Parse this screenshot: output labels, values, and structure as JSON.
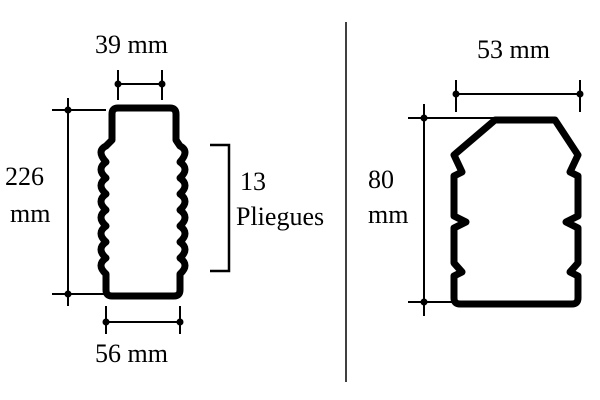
{
  "left_part": {
    "top_width_label": "39 mm",
    "height_value": "226",
    "height_unit": "mm",
    "folds_count": "13",
    "folds_word": "Pliegues",
    "bottom_width_label": "56 mm"
  },
  "right_part": {
    "top_width_label": "53 mm",
    "height_value": "80",
    "height_unit": "mm"
  },
  "colors": {
    "ink": "#000000",
    "background": "#ffffff"
  }
}
